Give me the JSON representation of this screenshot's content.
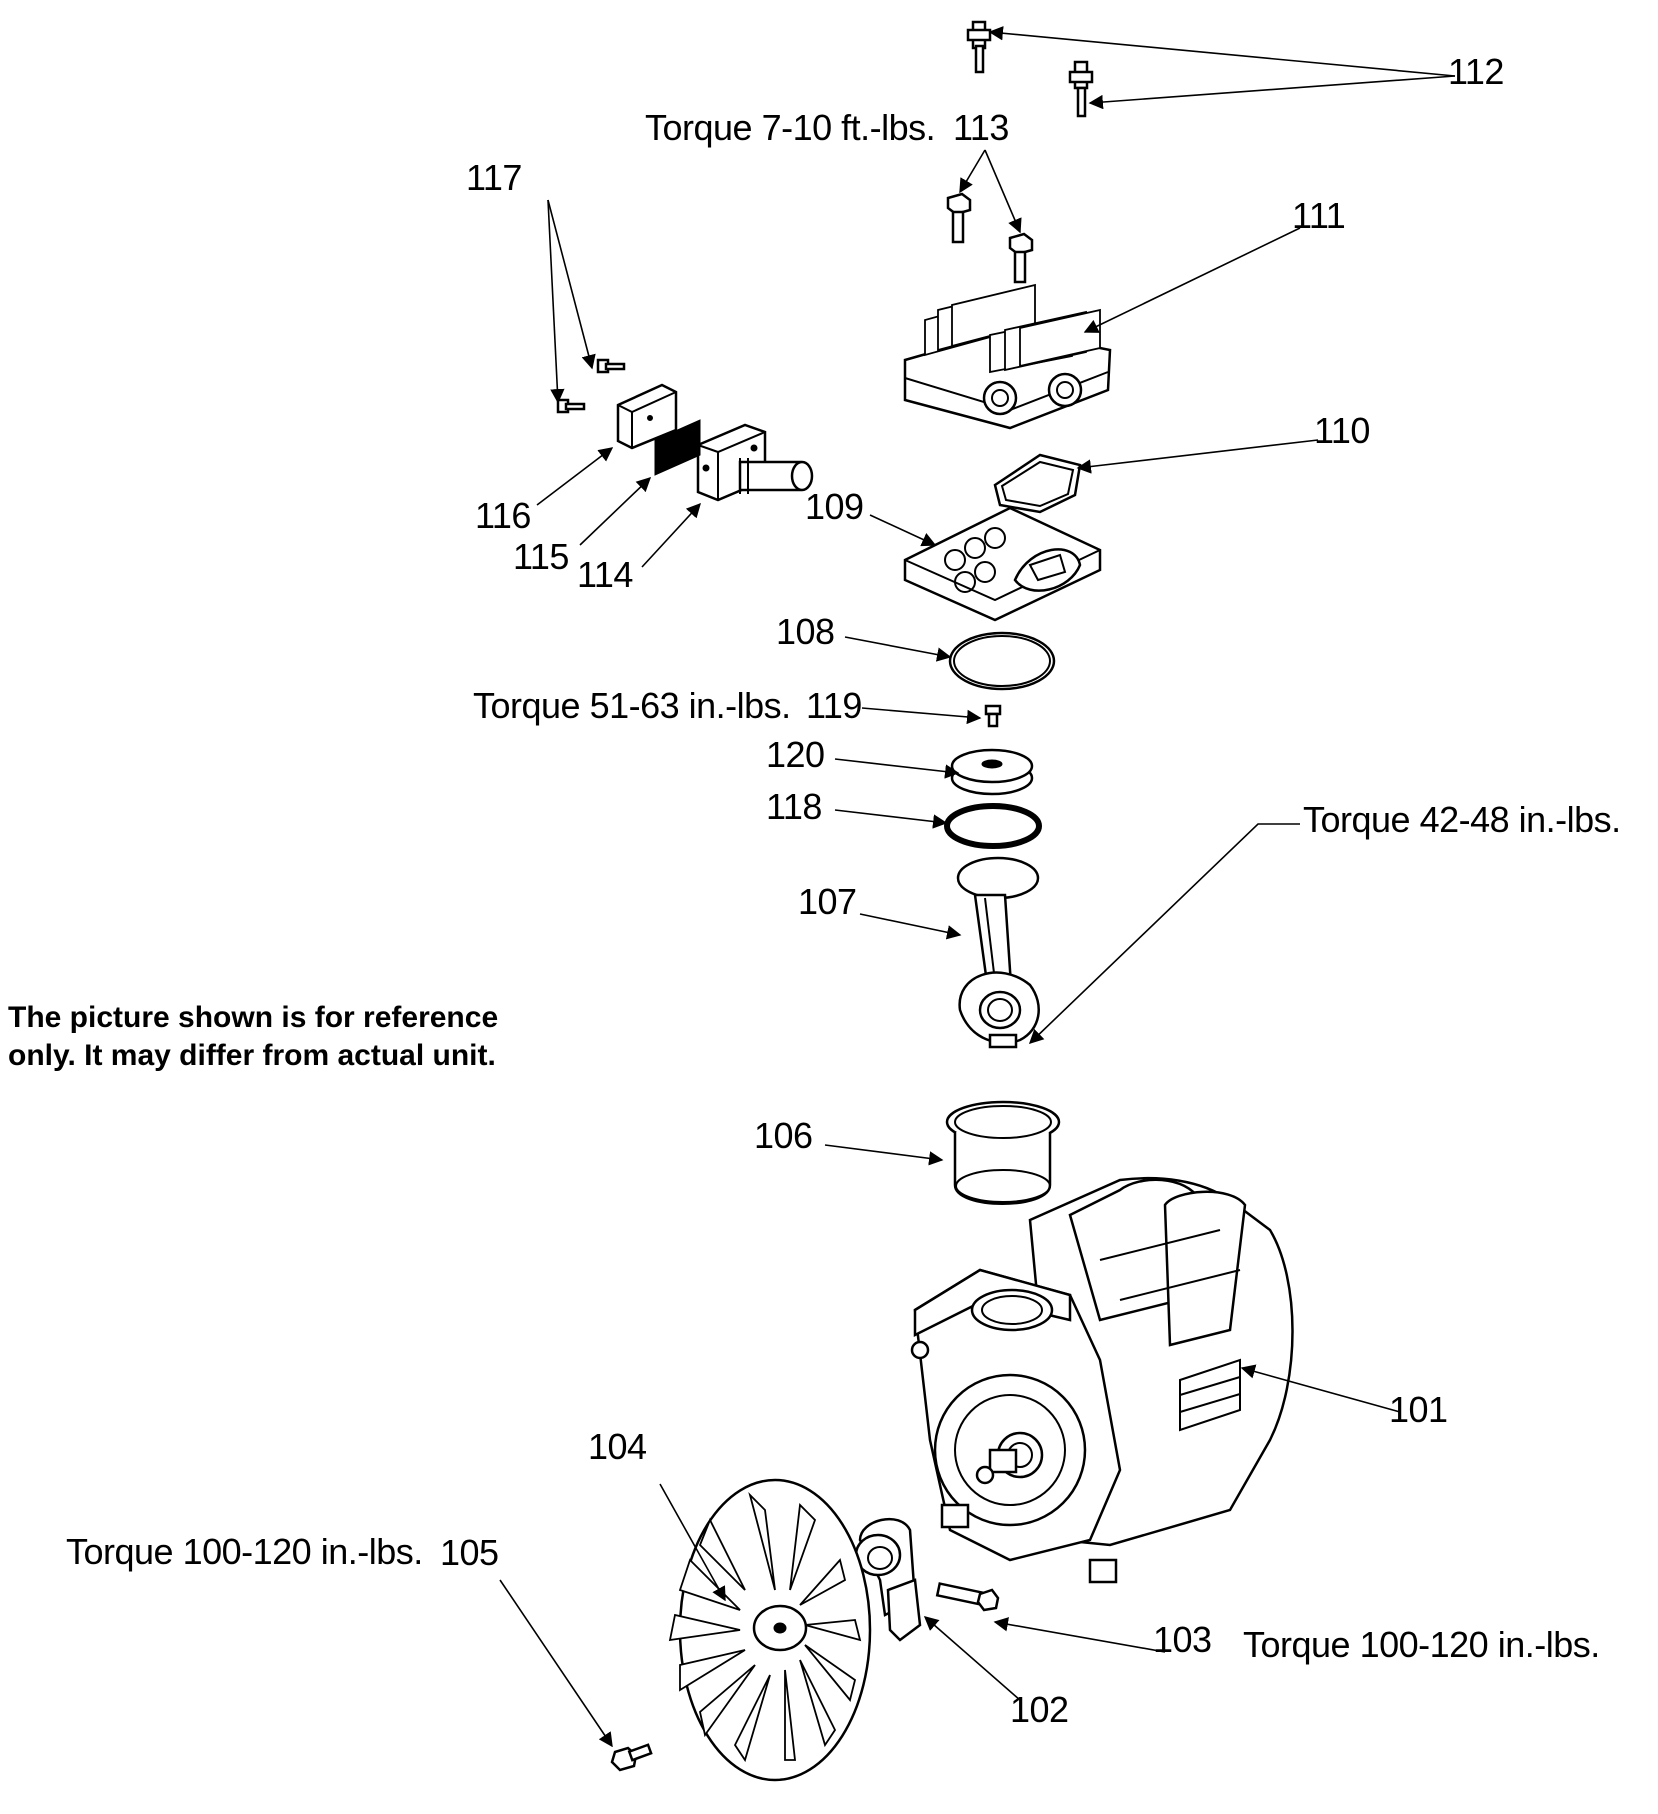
{
  "note": {
    "line1": "The picture shown is for reference",
    "line2": "only. It may differ from actual unit."
  },
  "callouts": {
    "c101": "101",
    "c102": "102",
    "c103": "103",
    "c104": "104",
    "c105": "105",
    "c106": "106",
    "c107": "107",
    "c108": "108",
    "c109": "109",
    "c110": "110",
    "c111": "111",
    "c112": "112",
    "c113": "113",
    "c114": "114",
    "c115": "115",
    "c116": "116",
    "c117": "117",
    "c118": "118",
    "c119": "119",
    "c120": "120"
  },
  "torque": {
    "t113": "Torque  7-10 ft.-lbs.",
    "t119": "Torque  51-63 in.-lbs.",
    "t107": "Torque  42-48 in.-lbs.",
    "t105": "Torque 100-120 in.-lbs.",
    "t103": "Torque 100-120 in.-lbs."
  },
  "colors": {
    "ink": "#000000",
    "paper": "#ffffff"
  }
}
